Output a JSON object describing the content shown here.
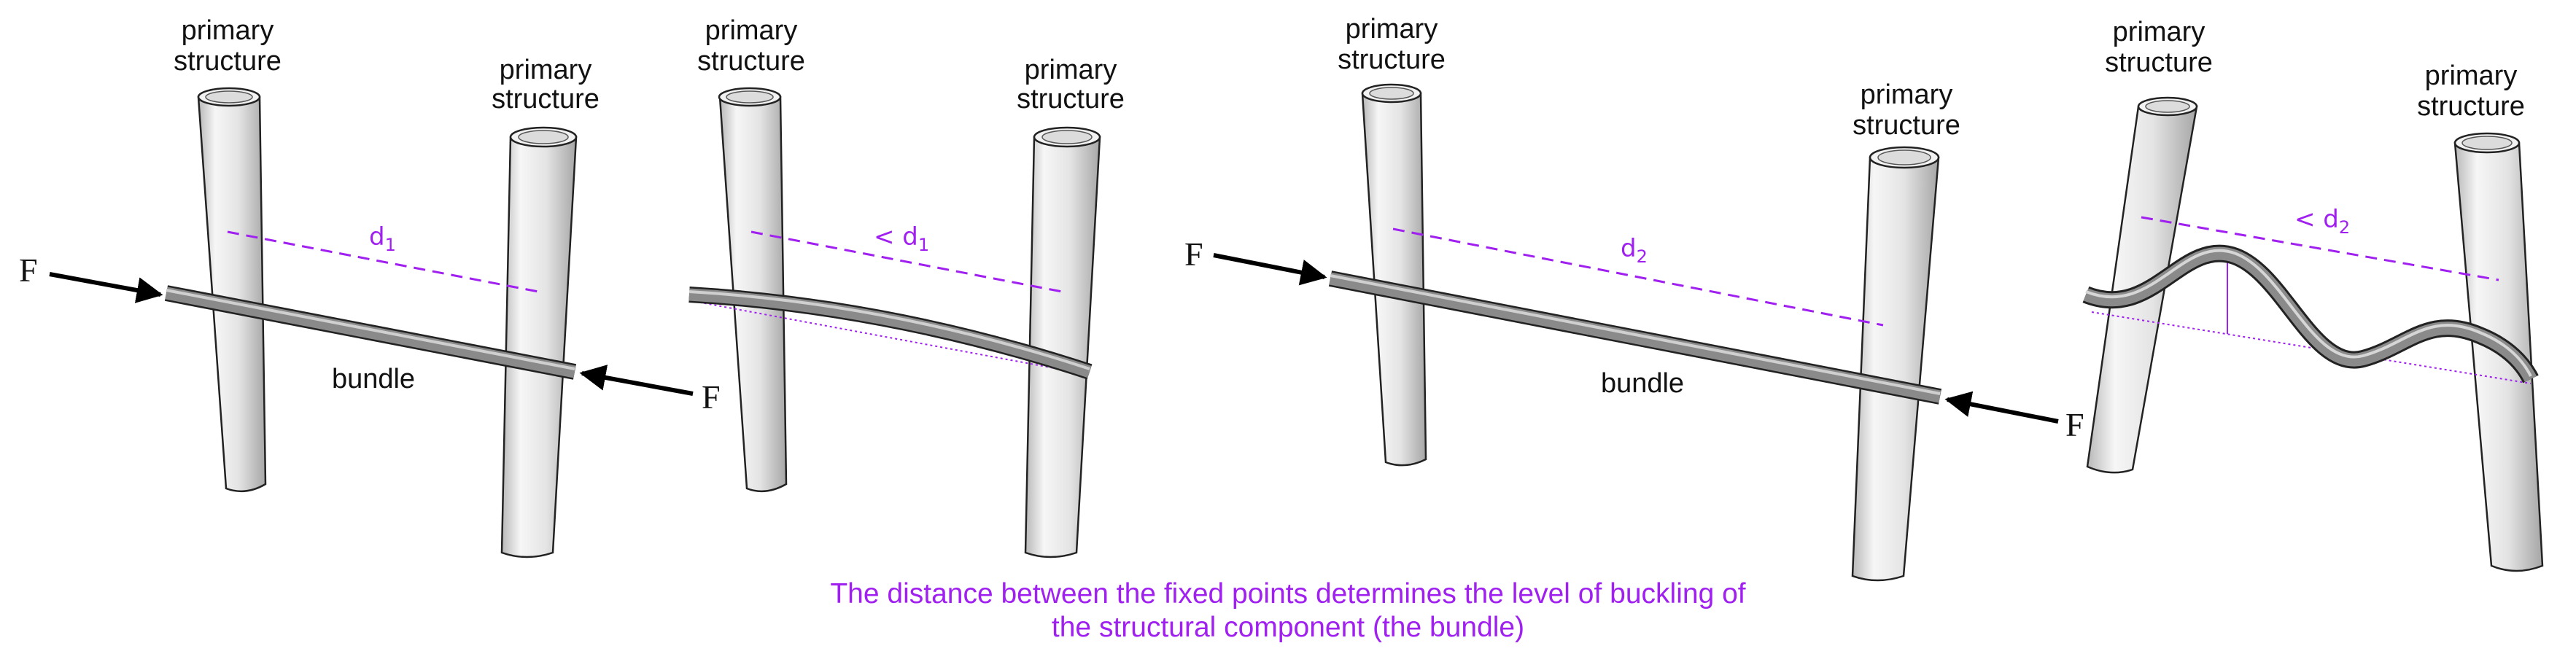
{
  "colors": {
    "accent": "#a020f0",
    "tube_shade": "#d4d4d4",
    "bundle": "#7d7d7d",
    "outline": "#222222"
  },
  "labels": {
    "primary_line1": "primary",
    "primary_line2": "structure",
    "bundle": "bundle",
    "force": "F"
  },
  "panels": [
    {
      "distance_label": "d",
      "distance_sub": "1",
      "state": "unloaded-with-forces"
    },
    {
      "distance_label": "< d",
      "distance_sub": "1",
      "state": "slightly-bent"
    },
    {
      "distance_label": "d",
      "distance_sub": "2",
      "state": "unloaded-with-forces"
    },
    {
      "distance_label": "< d",
      "distance_sub": "2",
      "state": "strongly-buckled"
    }
  ],
  "caption": {
    "line1": "The distance between the fixed points determines the level of buckling of",
    "line2": "the structural component (the bundle)"
  }
}
